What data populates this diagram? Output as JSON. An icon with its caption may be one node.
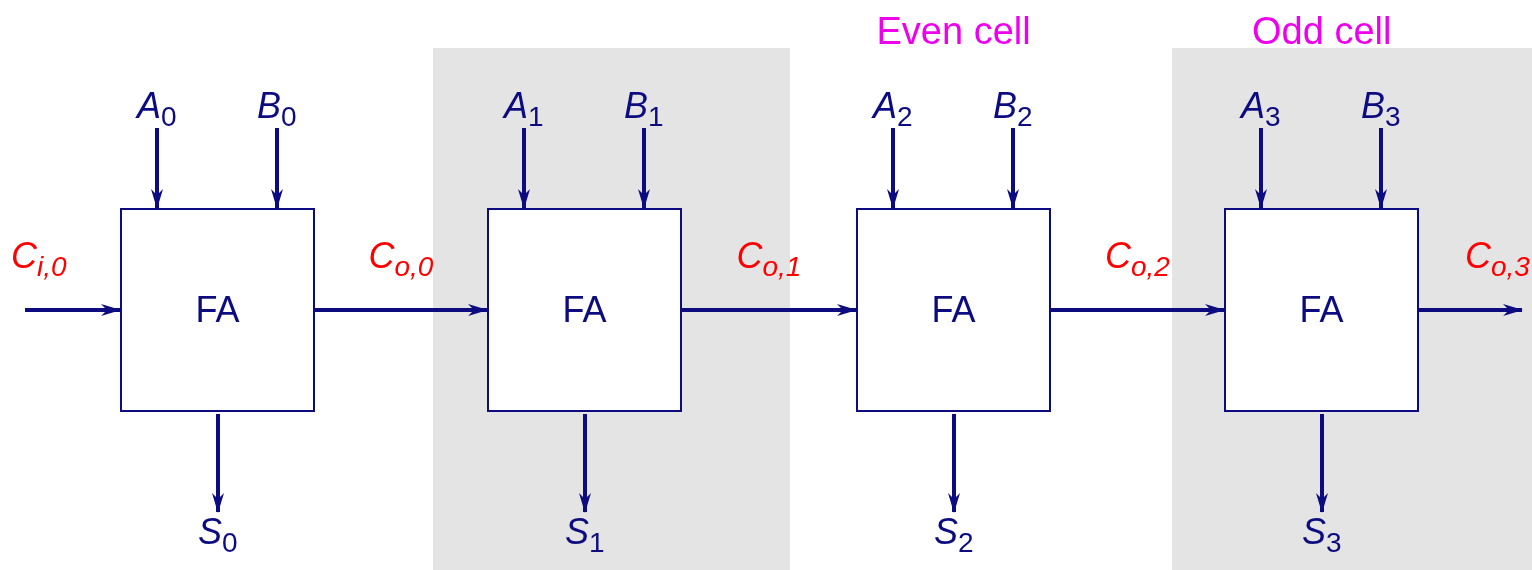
{
  "diagram": {
    "nodes": [
      {
        "text": [
          "A$_{0}$"
        ]
      },
      {
        "text": [
          "B$_{0}$"
        ]
      },
      {
        "text": [
          "A$_{1}$"
        ]
      },
      {
        "text": [
          "B$_{1}$"
        ]
      },
      {
        "text": [
          "A$_{2}$"
        ]
      },
      {
        "text": [
          "B$_{2}$"
        ]
      },
      {
        "text": [
          "A$_{3}$"
        ]
      },
      {
        "text": [
          "B$_{3}$"
        ]
      },
      {
        "text": [
          "FA"
        ]
      },
      {
        "text": [
          "FA"
        ]
      },
      {
        "text": [
          "FA"
        ]
      },
      {
        "text": [
          "FA"
        ]
      },
      {
        "text": [
          "S$_{0}$"
        ]
      },
      {
        "text": [
          "S$_{1}$"
        ]
      },
      {
        "text": [
          "S$_{2}$"
        ]
      },
      {
        "text": [
          "S$_{3}$"
        ]
      }
    ],
    "edges": [
      {
        "from": 0,
        "to": 8,
        "arrow": "to"
      },
      {
        "from": 1,
        "to": 8,
        "arrow": "to"
      },
      {
        "from": 2,
        "to": 9,
        "arrow": "to"
      },
      {
        "from": 3,
        "to": 9,
        "arrow": "to"
      },
      {
        "from": 4,
        "to": 10,
        "arrow": "to"
      },
      {
        "from": 5,
        "to": 10,
        "arrow": "to"
      },
      {
        "from": 6,
        "to": 11,
        "arrow": "to"
      },
      {
        "from": 7,
        "to": 11,
        "arrow": "to"
      },
      {
        "from": null,
        "to": 8,
        "arrow": "to",
        "label": "C$_{i,0}$"
      },
      {
        "from": 8,
        "to": 9,
        "arrow": "to",
        "label": "C$_{o,0}$"
      },
      {
        "from": 9,
        "to": 10,
        "arrow": "to",
        "label": "C$_{o,1}$"
      },
      {
        "from": 10,
        "to": 11,
        "arrow": "to",
        "label": "C$_{o,2}$"
      },
      {
        "from": 11,
        "to": null,
        "arrow": "to",
        "label": "C$_{o,3}$"
      },
      {
        "from": 8,
        "to": 12,
        "arrow": "to"
      },
      {
        "from": 9,
        "to": 13,
        "arrow": "to"
      },
      {
        "from": 10,
        "to": 14,
        "arrow": "to"
      },
      {
        "from": 11,
        "to": 15,
        "arrow": "to"
      }
    ],
    "labels": [
      "Even cell",
      "Odd cell"
    ]
  }
}
